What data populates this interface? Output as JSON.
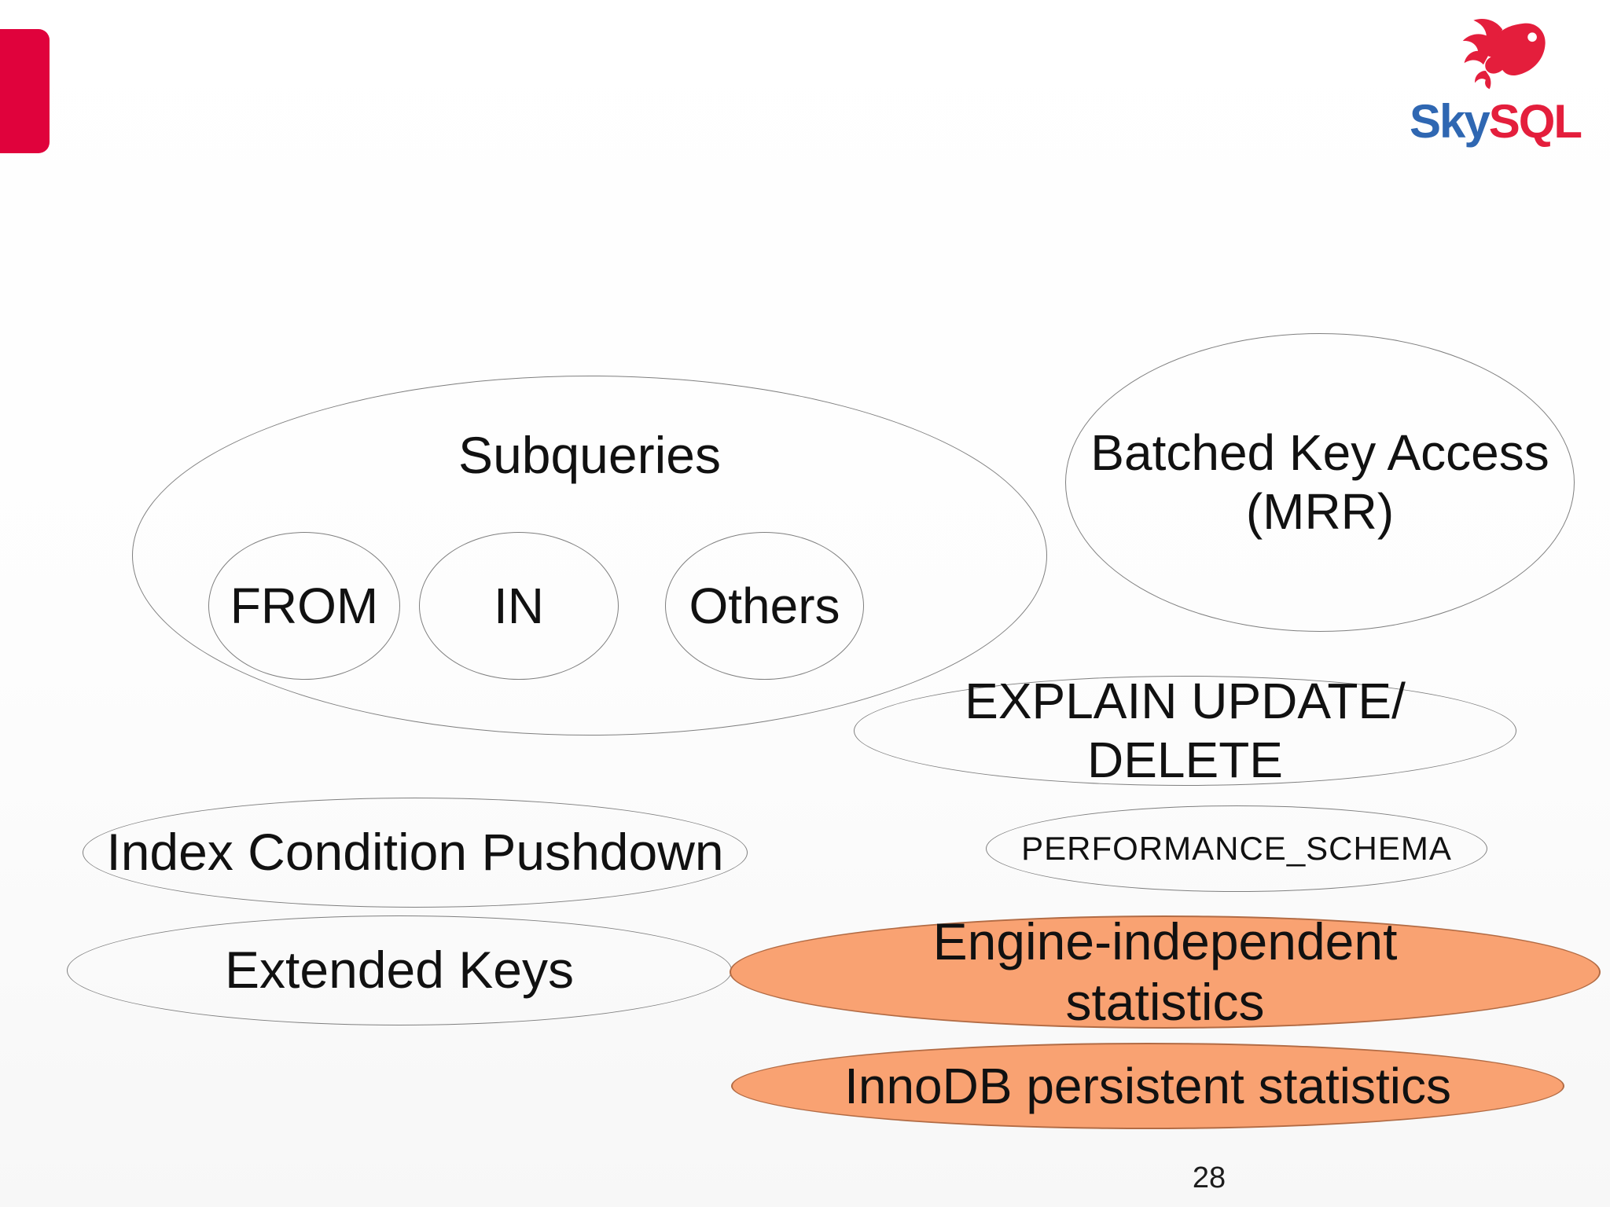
{
  "slide": {
    "accent_bar_color": "#e0023c",
    "background_color": "#ffffff",
    "page_number": "28"
  },
  "logo": {
    "sky": "Sky",
    "sql": "SQL",
    "sky_color": "#2f67b2",
    "sql_color": "#e41e3c",
    "bird_color": "#e41e3c",
    "bird_icon": "skysql-bird-icon"
  },
  "diagram": {
    "outline_color": "#7f7f7f",
    "highlight_fill": "#f9a272",
    "highlight_border": "#b26b44",
    "subqueries_label": "Subqueries",
    "from_label": "FROM",
    "in_label": "IN",
    "others_label": "Others",
    "bka_line1": "Batched Key Access",
    "bka_line2": "(MRR)",
    "explain_line1": "EXPLAIN UPDATE/",
    "explain_line2": "DELETE",
    "icp_label": "Index Condition Pushdown",
    "perf_schema_label": "PERFORMANCE_SCHEMA",
    "extended_keys_label": "Extended Keys",
    "engine_stats_line1": "Engine-independent",
    "engine_stats_line2": "statistics",
    "innodb_stats_label": "InnoDB persistent statistics"
  }
}
